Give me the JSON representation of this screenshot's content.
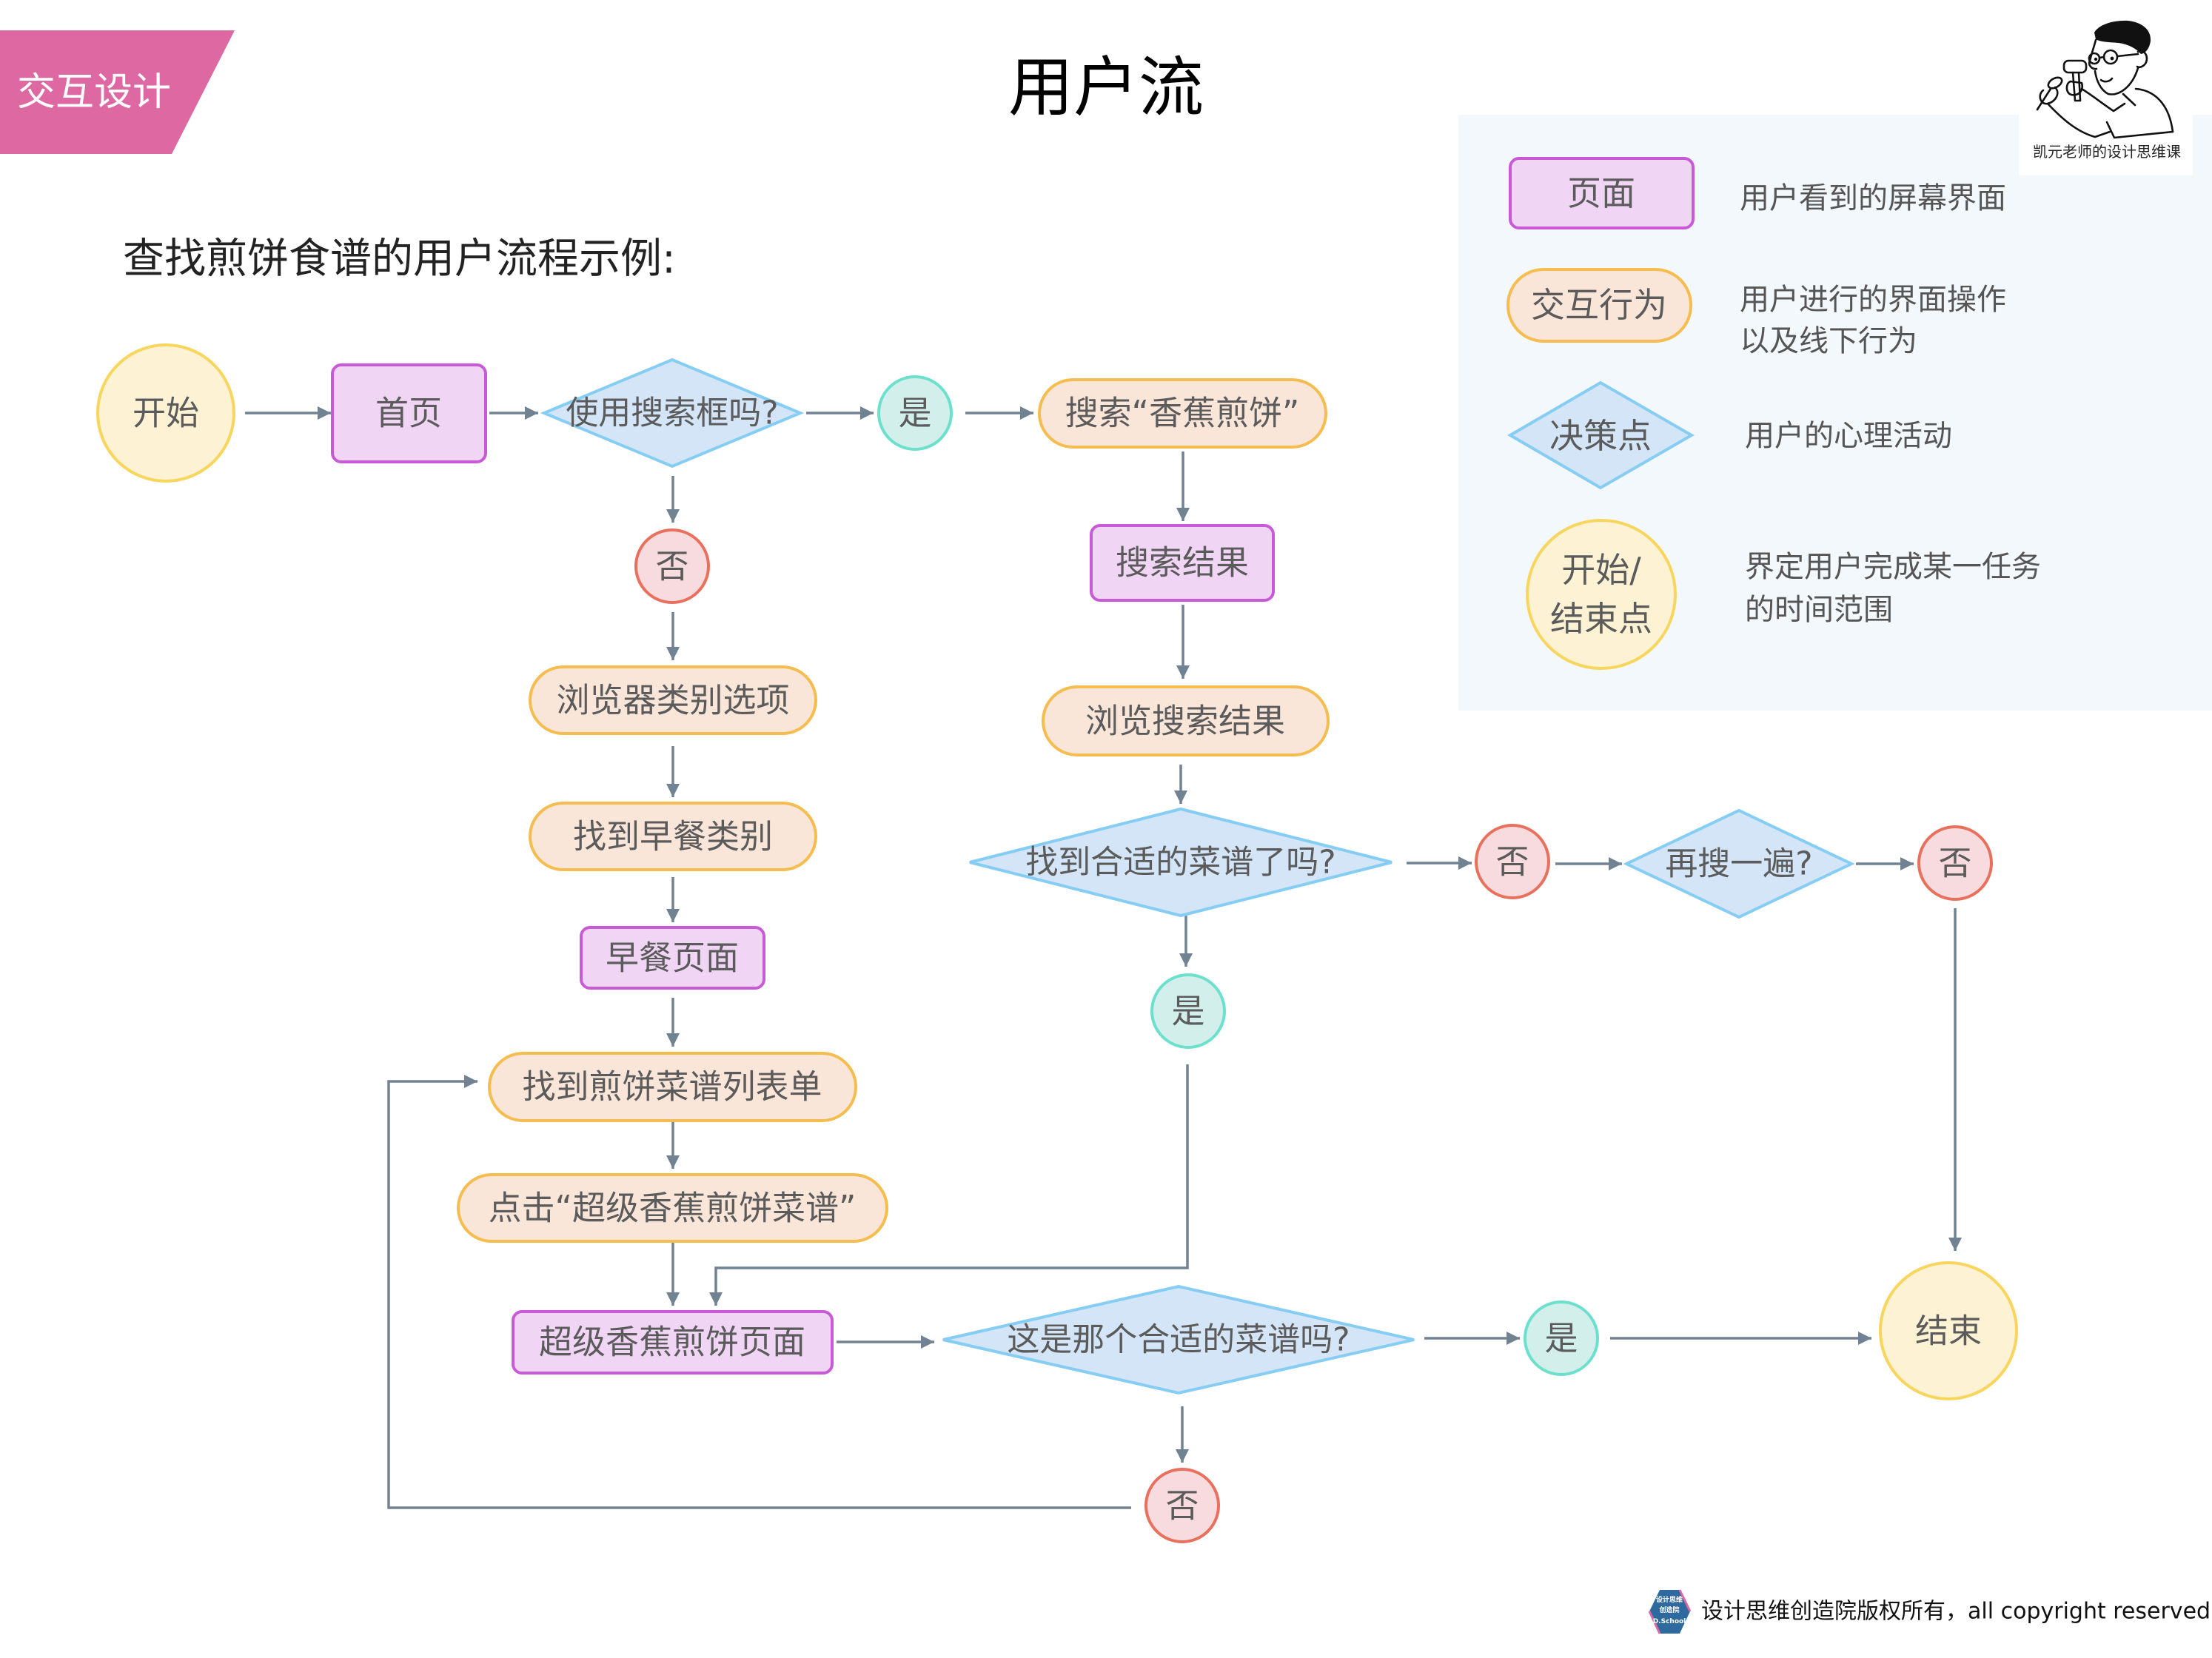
{
  "colors": {
    "banner": "#DE68A2",
    "legend_bg": "#F3F8FC",
    "page_fill": "#F1D5F5",
    "page_stroke": "#C85AD7",
    "action_fill": "#FAE5D9",
    "action_stroke": "#F5BD50",
    "decision_fill": "#D3E5F6",
    "decision_stroke": "#86CDF3",
    "terminal_fill": "#FDF2D4",
    "terminal_stroke": "#F8D65E",
    "yes_fill": "#D2EFEC",
    "yes_stroke": "#6CE0CC",
    "no_fill": "#F8DBDE",
    "no_stroke": "#E8705C",
    "arrow": "#718393",
    "node_text": "#5B5B5B",
    "badge": "#2F6A9E"
  },
  "header": {
    "section_tag": "交互设计",
    "title": "用户流",
    "subtitle": "查找煎饼食谱的用户流程示例:"
  },
  "logo": {
    "icon": "teacher-hammer-cartoon-icon",
    "caption": "凯元老师的设计思维课"
  },
  "legend": {
    "items": [
      {
        "shape": "page",
        "label": "页面",
        "description": [
          "用户看到的屏幕界面"
        ]
      },
      {
        "shape": "action",
        "label": "交互行为",
        "description": [
          "用户进行的界面操作",
          "以及线下行为"
        ]
      },
      {
        "shape": "decision",
        "label": "决策点",
        "description": [
          "用户的心理活动"
        ]
      },
      {
        "shape": "terminal",
        "label": [
          "开始/",
          "结束点"
        ],
        "description": [
          "界定用户完成某一任务",
          "的时间范围"
        ]
      }
    ]
  },
  "flow": {
    "nodes": [
      {
        "id": "start",
        "type": "terminal",
        "label": "开始"
      },
      {
        "id": "home",
        "type": "page",
        "label": "首页"
      },
      {
        "id": "q_use_search",
        "type": "decision",
        "label": "使用搜索框吗?"
      },
      {
        "id": "yes_search",
        "type": "yes",
        "label": "是"
      },
      {
        "id": "search_banana",
        "type": "action",
        "label": "搜索“香蕉煎饼”"
      },
      {
        "id": "search_results",
        "type": "page",
        "label": "搜索结果"
      },
      {
        "id": "browse_results",
        "type": "action",
        "label": "浏览搜索结果"
      },
      {
        "id": "q_found",
        "type": "decision",
        "label": "找到合适的菜谱了吗?"
      },
      {
        "id": "no_found",
        "type": "no",
        "label": "否"
      },
      {
        "id": "q_search_again",
        "type": "decision",
        "label": "再搜一遍?"
      },
      {
        "id": "no_search_again",
        "type": "no",
        "label": "否"
      },
      {
        "id": "yes_found",
        "type": "yes",
        "label": "是"
      },
      {
        "id": "no_search",
        "type": "no",
        "label": "否"
      },
      {
        "id": "browse_categories",
        "type": "action",
        "label": "浏览器类别选项"
      },
      {
        "id": "find_breakfast",
        "type": "action",
        "label": "找到早餐类别"
      },
      {
        "id": "breakfast_page",
        "type": "page",
        "label": "早餐页面"
      },
      {
        "id": "find_pancake_list",
        "type": "action",
        "label": "找到煎饼菜谱列表单"
      },
      {
        "id": "click_recipe",
        "type": "action",
        "label": "点击“超级香蕉煎饼菜谱”"
      },
      {
        "id": "recipe_page",
        "type": "page",
        "label": "超级香蕉煎饼页面"
      },
      {
        "id": "q_right_recipe",
        "type": "decision",
        "label": "这是那个合适的菜谱吗?"
      },
      {
        "id": "yes_right",
        "type": "yes",
        "label": "是"
      },
      {
        "id": "end",
        "type": "terminal",
        "label": "结束"
      },
      {
        "id": "no_right",
        "type": "no",
        "label": "否"
      }
    ],
    "edges": [
      {
        "from": "start",
        "to": "home"
      },
      {
        "from": "home",
        "to": "q_use_search"
      },
      {
        "from": "q_use_search",
        "to": "yes_search"
      },
      {
        "from": "yes_search",
        "to": "search_banana"
      },
      {
        "from": "search_banana",
        "to": "search_results"
      },
      {
        "from": "search_results",
        "to": "browse_results"
      },
      {
        "from": "browse_results",
        "to": "q_found"
      },
      {
        "from": "q_found",
        "to": "no_found"
      },
      {
        "from": "no_found",
        "to": "q_search_again"
      },
      {
        "from": "q_search_again",
        "to": "no_search_again"
      },
      {
        "from": "no_search_again",
        "to": "end"
      },
      {
        "from": "q_use_search",
        "to": "no_search"
      },
      {
        "from": "no_search",
        "to": "browse_categories"
      },
      {
        "from": "browse_categories",
        "to": "find_breakfast"
      },
      {
        "from": "find_breakfast",
        "to": "breakfast_page"
      },
      {
        "from": "breakfast_page",
        "to": "find_pancake_list"
      },
      {
        "from": "find_pancake_list",
        "to": "click_recipe"
      },
      {
        "from": "click_recipe",
        "to": "recipe_page"
      },
      {
        "from": "yes_found",
        "to": "recipe_page"
      },
      {
        "from": "q_found",
        "to": "yes_found"
      },
      {
        "from": "recipe_page",
        "to": "q_right_recipe"
      },
      {
        "from": "q_right_recipe",
        "to": "no_right"
      },
      {
        "from": "no_right",
        "to": "find_pancake_list"
      },
      {
        "from": "q_right_recipe",
        "to": "yes_right"
      },
      {
        "from": "yes_right",
        "to": "end"
      }
    ]
  },
  "footer": {
    "badge_lines": [
      "设计思维",
      "创造院",
      "D.School"
    ],
    "copyright": "设计思维创造院版权所有，all copyright reserved"
  }
}
